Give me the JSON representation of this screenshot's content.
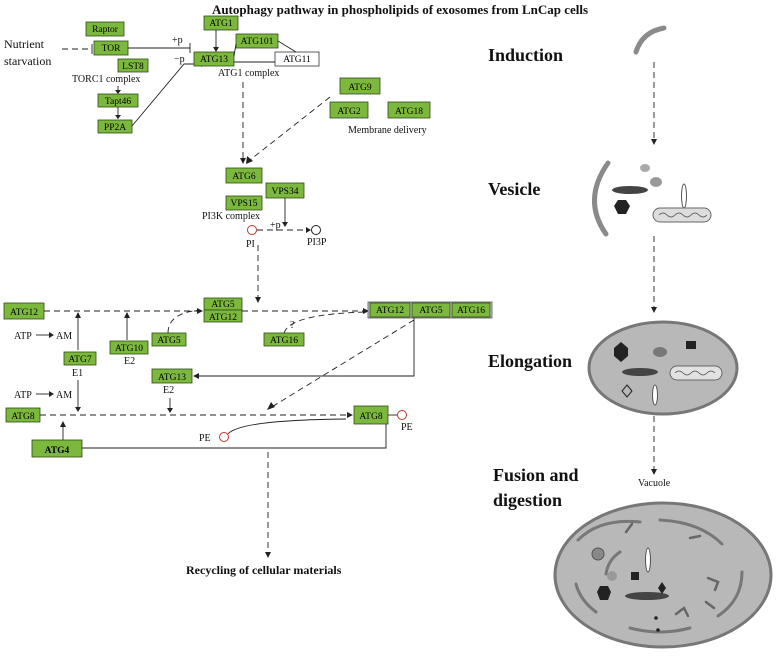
{
  "title": "Autophagy pathway in phospholipids of exosomes from LnCap cells",
  "labels": {
    "nutrient_starvation_1": "Nutrient",
    "nutrient_starvation_2": "starvation",
    "torc1_complex": "TORC1 complex",
    "atg1_complex": "ATG1 complex",
    "membrane_delivery": "Membrane delivery",
    "pi3k_complex": "PI3K complex",
    "plus_p_1": "+p",
    "minus_p": "−p",
    "plus_p_2": "+p",
    "pi": "PI",
    "pi3p": "PI3P",
    "atp_am_1": "ATP",
    "am_1": "AM",
    "atp_am_2": "ATP",
    "am_2": "AM",
    "e1": "E1",
    "e2_a": "E2",
    "e2_b": "E2",
    "question": "?",
    "pe_1": "PE",
    "pe_2": "PE",
    "recycling": "Recycling of cellular materials",
    "vacuole": "Vacuole"
  },
  "genes": {
    "raptor": "Raptor",
    "tor": "TOR",
    "lst8": "LST8",
    "tapt46": "Tapt46",
    "pp2a": "PP2A",
    "atg1": "ATG1",
    "atg13_top": "ATG13",
    "atg101": "ATG101",
    "atg11": "ATG11",
    "atg9": "ATG9",
    "atg2": "ATG2",
    "atg18": "ATG18",
    "atg6": "ATG6",
    "vps34": "VPS34",
    "vps15": "VPS15",
    "atg12_left": "ATG12",
    "atg5_mid_a": "ATG5",
    "atg12_mid": "ATG12",
    "atg7": "ATG7",
    "atg10": "ATG10",
    "atg5_low": "ATG5",
    "atg16_low": "ATG16",
    "atg12_complex": "ATG12",
    "atg5_complex": "ATG5",
    "atg16_complex": "ATG16",
    "atg13_e2": "ATG13",
    "atg8_left": "ATG8",
    "atg8_right": "ATG8",
    "atg4": "ATG4"
  },
  "stages": {
    "induction": "Induction",
    "vesicle": "Vesicle",
    "elongation": "Elongation",
    "fusion_1": "Fusion and",
    "fusion_2": "digestion"
  },
  "colors": {
    "gene_fill": "#7cb83e",
    "organelle_gray": "#b8b8b8",
    "membrane_gray": "#8a8a8a"
  }
}
